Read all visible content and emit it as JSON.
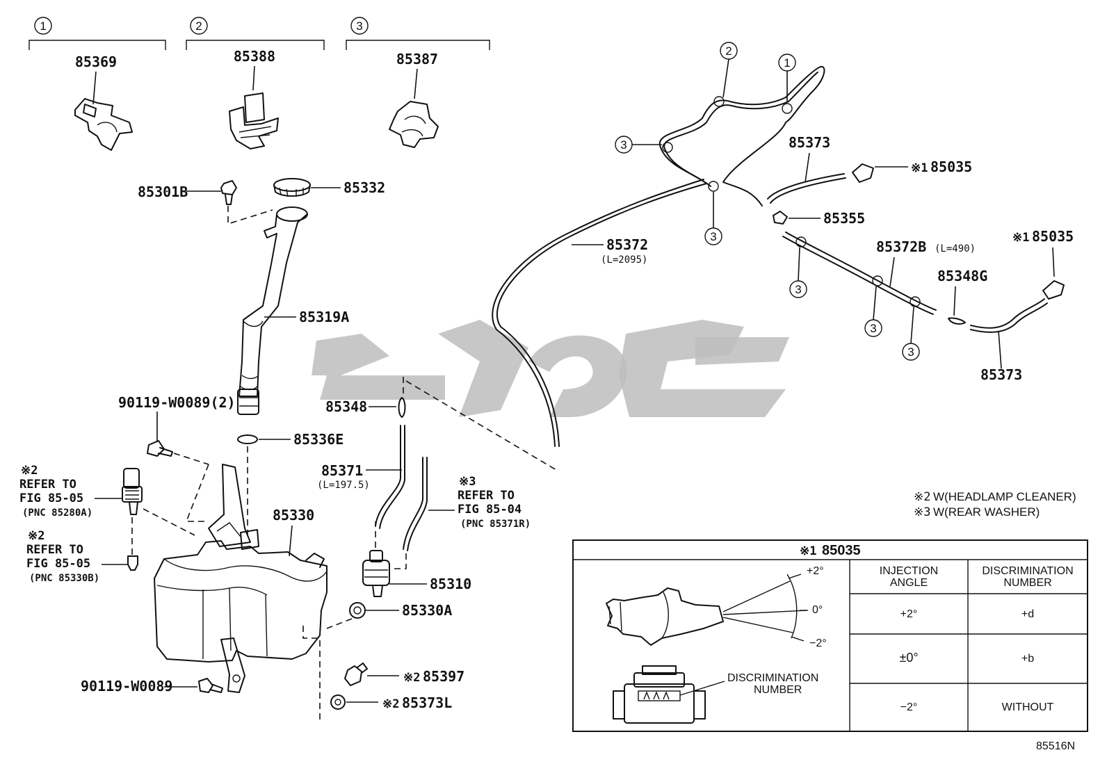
{
  "groups": [
    {
      "index": "1",
      "part": "85369"
    },
    {
      "index": "2",
      "part": "85388"
    },
    {
      "index": "3",
      "part": "85387"
    }
  ],
  "labels": {
    "p85301B": "85301B",
    "p85332": "85332",
    "p85319A": "85319A",
    "p90119_2": "90119-W0089(2)",
    "p85336E": "85336E",
    "p85348": "85348",
    "p85371": "85371",
    "p85371_len": "(L=197.5)",
    "p85330": "85330",
    "p85310": "85310",
    "p85330A": "85330A",
    "p90119": "90119-W0089",
    "p85397": "85397",
    "p85373L": "85373L",
    "p85373_a": "85373",
    "p85035_a": "85035",
    "p85355": "85355",
    "p85372": "85372",
    "p85372_len": "(L=2095)",
    "p85372B": "85372B",
    "p85372B_len": "(L=490)",
    "p85035_b": "85035",
    "p85348G": "85348G",
    "p85373_b": "85373"
  },
  "marks": {
    "k1": "※1",
    "k2": "※2",
    "k3": "※3"
  },
  "refs": {
    "ref1": {
      "line1": "REFER TO",
      "line2": "FIG 85-05",
      "line3": "(PNC 85280A)"
    },
    "ref2": {
      "line1": "REFER TO",
      "line2": "FIG 85-05",
      "line3": "(PNC 85330B)"
    },
    "ref3": {
      "line1": "REFER TO",
      "line2": "FIG 85-04",
      "line3": "(PNC 85371R)"
    }
  },
  "notes": {
    "n2": "W(HEADLAMP CLEANER)",
    "n3": "W(REAR WASHER)"
  },
  "table": {
    "title_part": "85035",
    "col1": {
      "line1": "INJECTION",
      "line2": "ANGLE"
    },
    "col2": {
      "line1": "DISCRIMINATION",
      "line2": "NUMBER"
    },
    "rows": [
      {
        "angle": "+2°",
        "number": "+d"
      },
      {
        "angle": "±0°",
        "number": "+b"
      },
      {
        "angle": "−2°",
        "number": "WITHOUT"
      }
    ],
    "angles": {
      "top": "+2°",
      "mid": "0°",
      "bottom": "−2°"
    },
    "disc_label": {
      "line1": "DISCRIMINATION",
      "line2": "NUMBER"
    }
  },
  "hose_clip_index": {
    "c1": "1",
    "c2": "2",
    "c3": "3"
  },
  "figure_code": "85516N"
}
